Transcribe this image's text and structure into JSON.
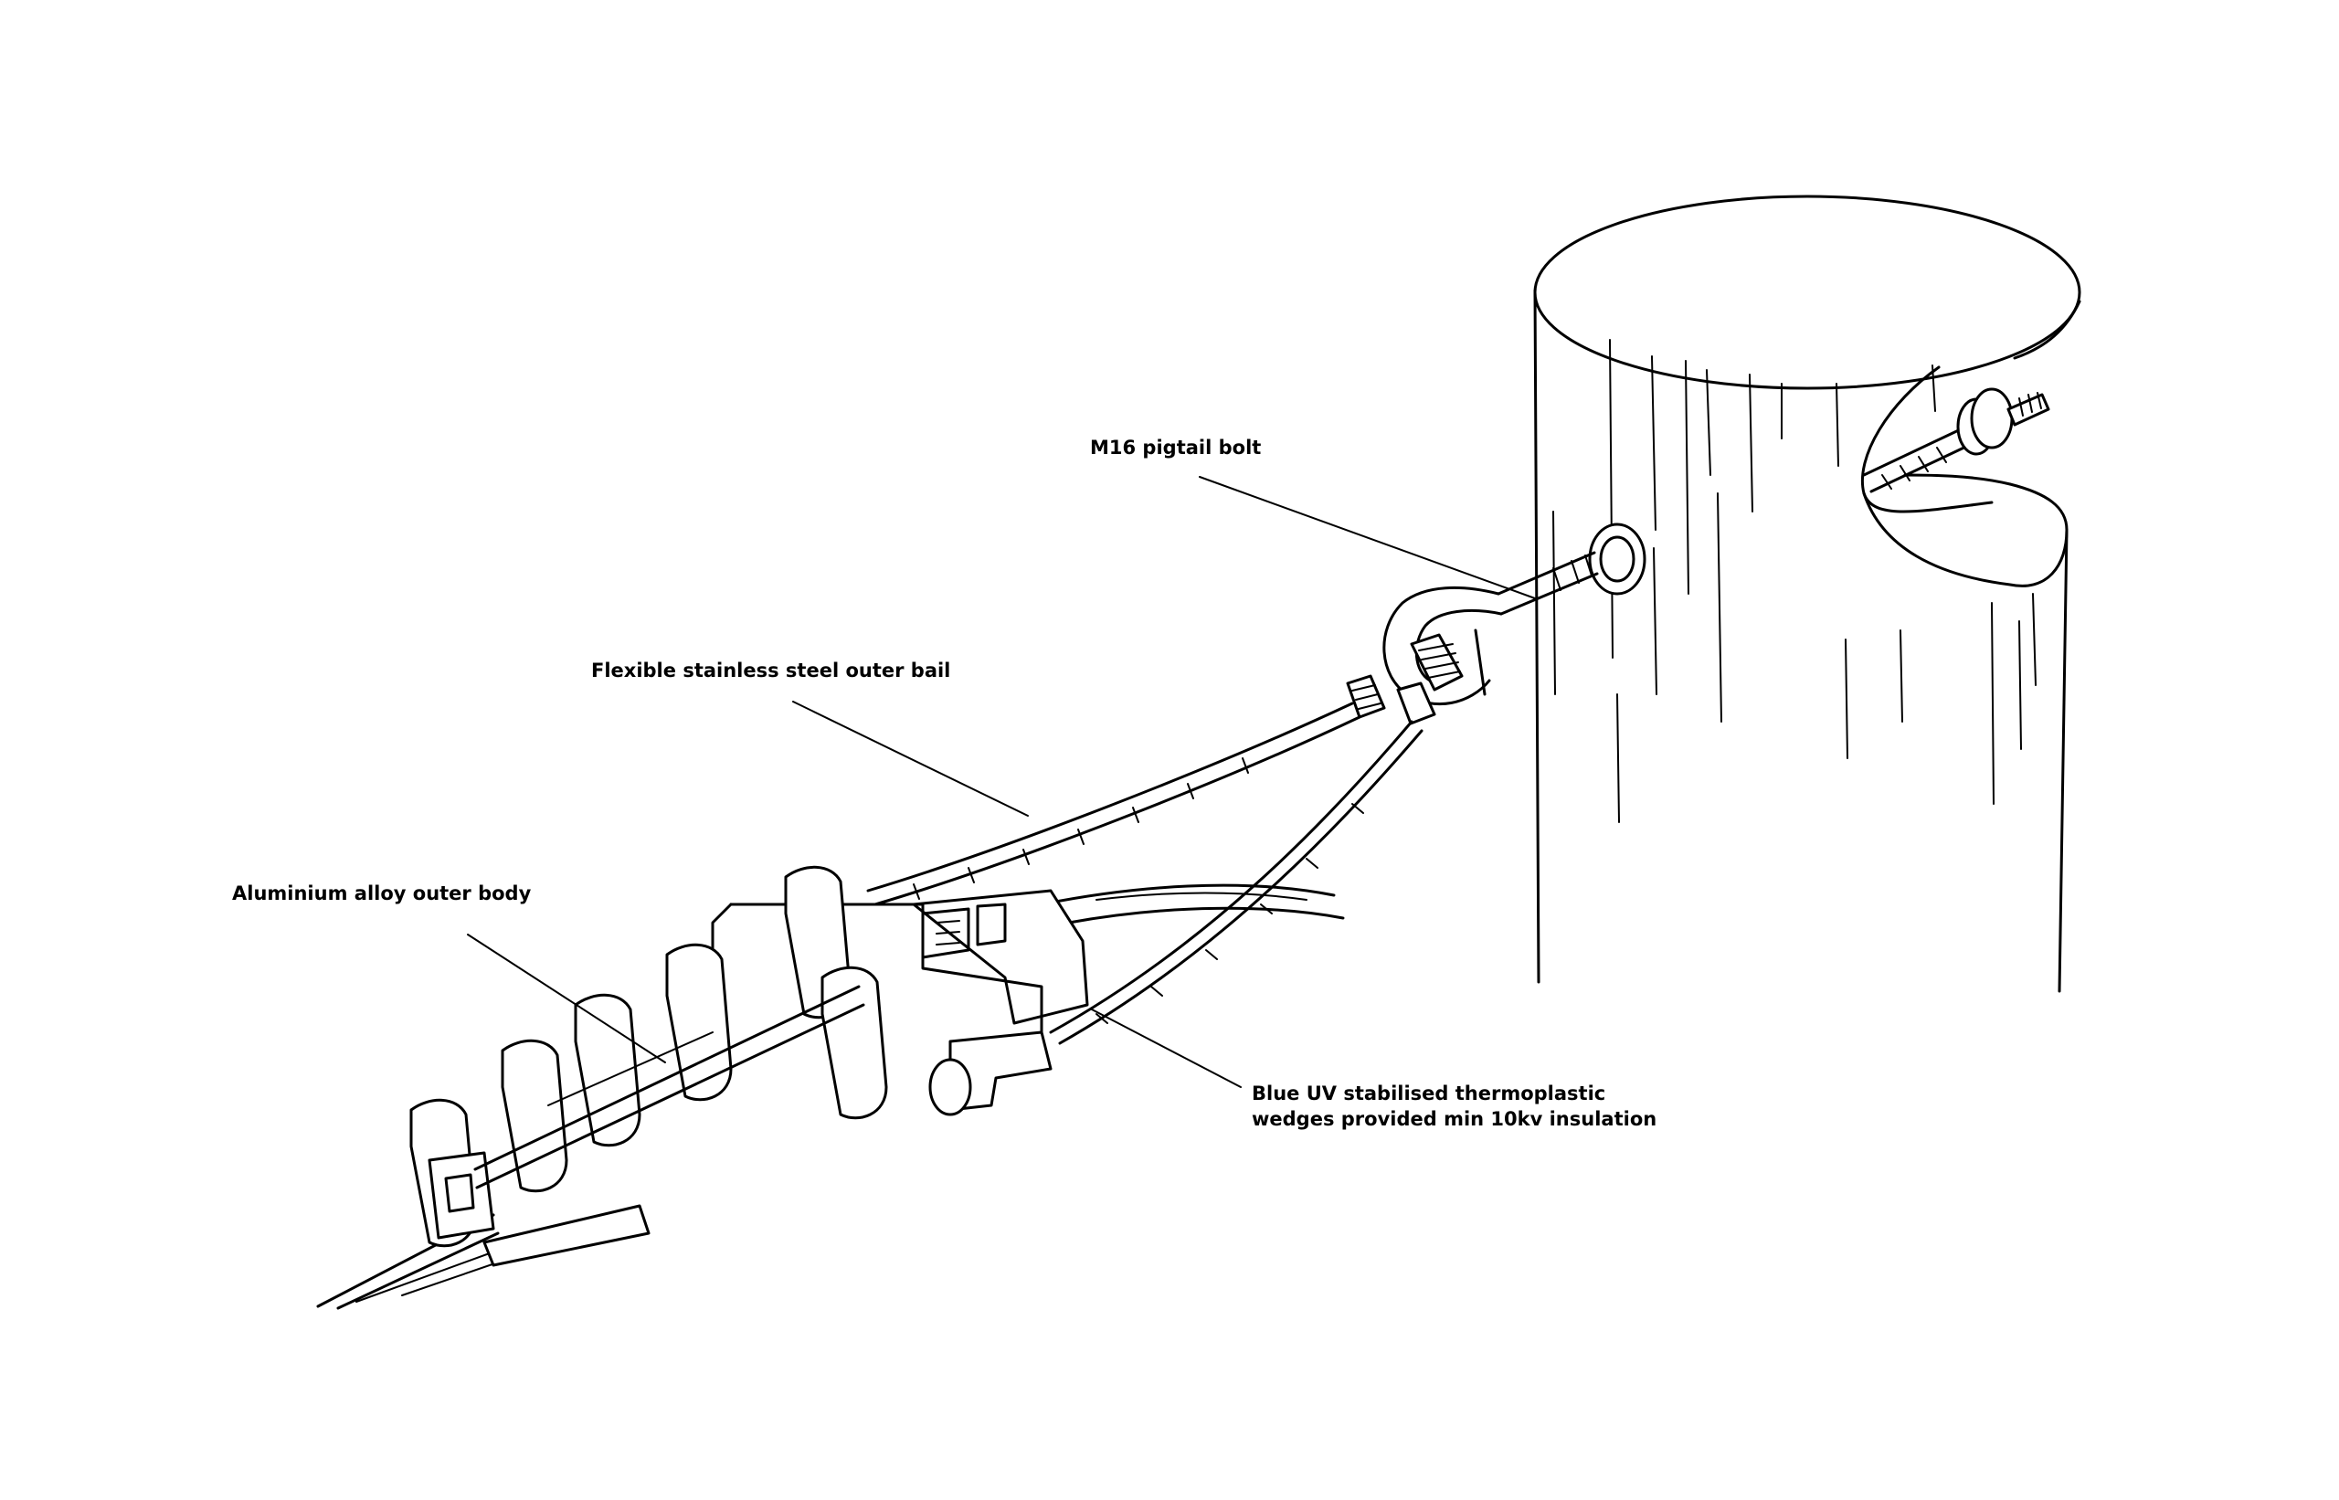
{
  "colors": {
    "ink": "#000000",
    "background": "#ffffff"
  },
  "labels": {
    "pigtail_bolt": "M16 pigtail bolt",
    "outer_bail": "Flexible stainless steel outer bail",
    "outer_body": "Aluminium alloy outer body",
    "wedges_line1": "Blue UV stabilised thermoplastic",
    "wedges_line2": "wedges provided min 10kv insulation"
  }
}
